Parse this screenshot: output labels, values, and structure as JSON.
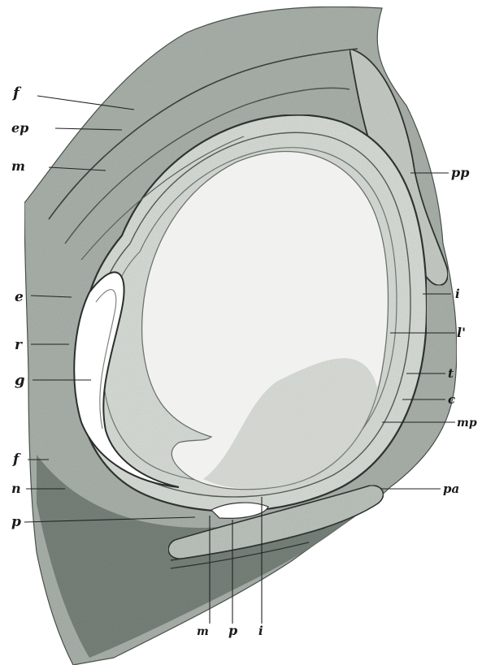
{
  "figure": {
    "labels": {
      "f_top": "f",
      "ep": "ep",
      "m_top": "m",
      "pp": "pp",
      "e": "e",
      "i_right_1": "i",
      "r": "r",
      "l_prime": "l'",
      "g": "g",
      "t": "t",
      "c": "c",
      "f_left": "f",
      "mp": "mp",
      "n": "n",
      "pa": "pa",
      "p_left": "p",
      "m_bottom": "m",
      "p_bottom": "p",
      "i_bottom": "i"
    },
    "colors": {
      "ink": "#1a1a1a",
      "tissue_dark": "#6f7a72",
      "tissue_mid": "#a9b1aa",
      "tissue_light": "#d7dcd6",
      "background": "#ffffff"
    }
  }
}
